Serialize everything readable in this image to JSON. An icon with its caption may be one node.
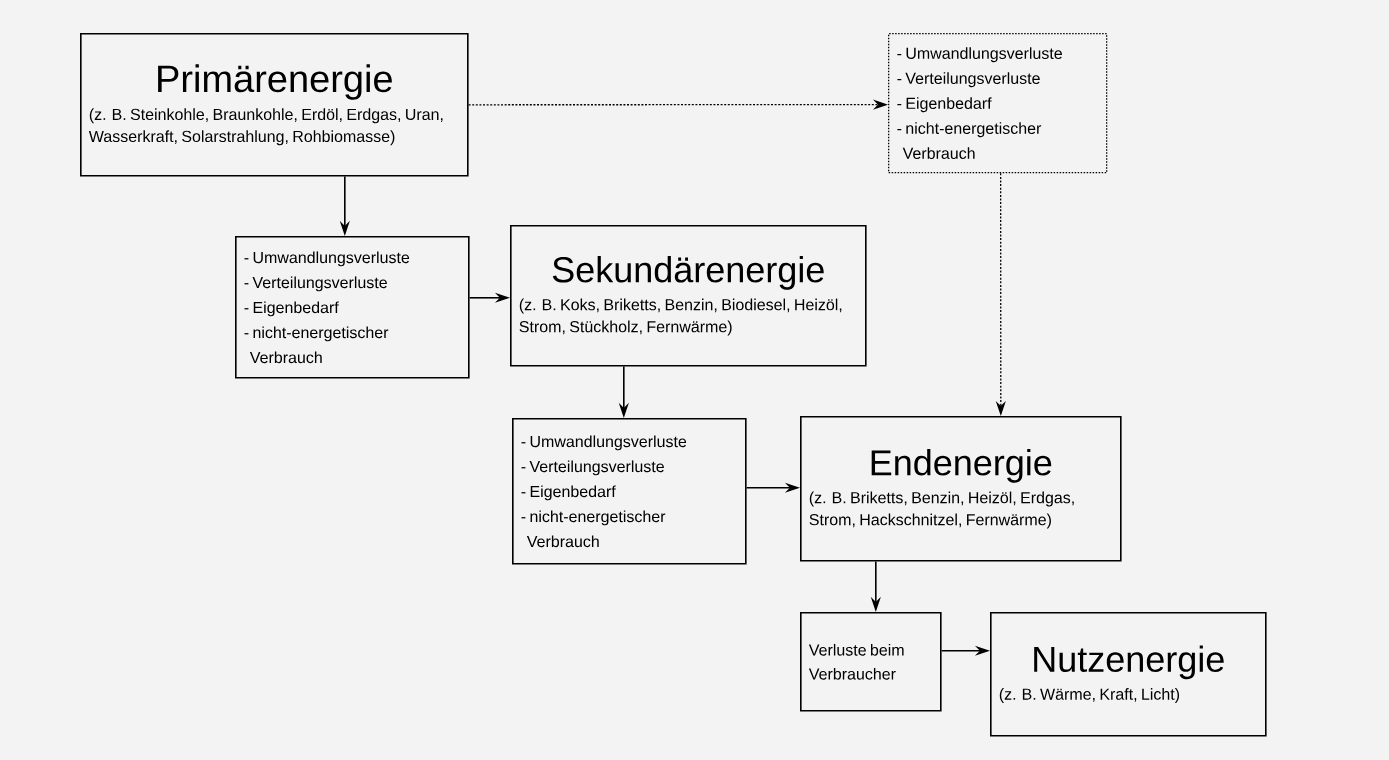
{
  "diagram": {
    "nodes": [
      {
        "text": [
          "Primärenergie",
          "(z. B. Steinkohle, Braunkohle, Erdöl, Erdgas, Uran, Wasserkraft, Solarstrahlung, Rohbiomasse)"
        ]
      },
      {
        "text": [
          "- Umwandlungsverluste",
          "- Verteilungsverluste",
          "- Eigenbedarf",
          "- nicht-energetischer Verbrauch"
        ]
      },
      {
        "text": [
          "- Umwandlungsverluste",
          "- Verteilungsverluste",
          "- Eigenbedarf",
          "- nicht-energetischer Verbrauch"
        ]
      },
      {
        "text": [
          "Sekundärenergie",
          "(z. B. Koks, Briketts, Benzin, Biodiesel, Heizöl, Strom, Stückholz, Fernwärme)"
        ]
      },
      {
        "text": [
          "- Umwandlungsverluste",
          "- Verteilungsverluste",
          "- Eigenbedarf",
          "- nicht-energetischer Verbrauch"
        ]
      },
      {
        "text": [
          "Endenergie",
          "(z. B. Briketts, Benzin, Heizöl, Erdgas, Strom, Hackschnitzel, Fernwärme)"
        ]
      },
      {
        "text": [
          "Verluste beim Verbraucher"
        ]
      },
      {
        "text": [
          "Nutzenergie",
          "(z. B. Wärme, Kraft, Licht)"
        ]
      }
    ],
    "edges": [
      {
        "from": 0,
        "to": 1,
        "arrow": "to",
        "style": "dashed"
      },
      {
        "from": 0,
        "to": 2,
        "arrow": "to"
      },
      {
        "from": 2,
        "to": 3,
        "arrow": "to"
      },
      {
        "from": 3,
        "to": 4,
        "arrow": "to"
      },
      {
        "from": 4,
        "to": 5,
        "arrow": "to"
      },
      {
        "from": 1,
        "to": 5,
        "arrow": "to",
        "style": "dashed"
      },
      {
        "from": 5,
        "to": 6,
        "arrow": "to"
      },
      {
        "from": 6,
        "to": 7,
        "arrow": "to"
      }
    ]
  }
}
